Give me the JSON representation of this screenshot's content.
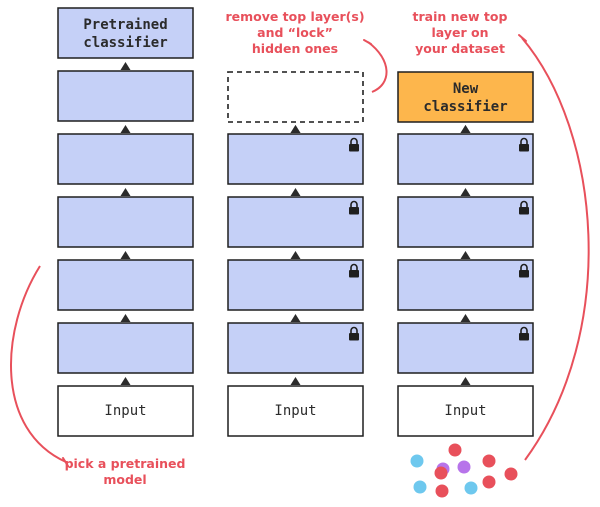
{
  "colors": {
    "layer_fill": "#c5d0f7",
    "layer_stroke": "#1f1f1f",
    "new_classifier_fill": "#fdb64c",
    "annotation": "#e8505b",
    "dot_red": "#e8505b",
    "dot_purple": "#b774ea",
    "dot_blue": "#6ec8ee",
    "arrow": "#2b2b2b"
  },
  "columns": [
    {
      "id": "pretrained-model",
      "top_box": {
        "type": "classifier",
        "lines": [
          "Pretrained",
          "classifier"
        ]
      },
      "hidden_layers": 5,
      "locked": false,
      "input_label": "Input"
    },
    {
      "id": "locked-model",
      "top_box": {
        "type": "removed",
        "lines": []
      },
      "hidden_layers": 5,
      "locked": true,
      "input_label": "Input"
    },
    {
      "id": "finetuned-model",
      "top_box": {
        "type": "new-classifier",
        "lines": [
          "New",
          "classifier"
        ]
      },
      "hidden_layers": 5,
      "locked": true,
      "input_label": "Input"
    }
  ],
  "annotations": {
    "remove_top": [
      "remove top layer(s)",
      "and “lock”",
      "hidden ones"
    ],
    "train_new": [
      "train new top",
      "layer on",
      "your dataset"
    ],
    "pick_pretrained": [
      "pick a pretrained",
      "model"
    ]
  },
  "icons": {
    "lock": "lock-icon",
    "arrow_up": "arrow-up-icon"
  },
  "dataset_dots": [
    {
      "color": "dot_red"
    },
    {
      "color": "dot_blue"
    },
    {
      "color": "dot_purple"
    },
    {
      "color": "dot_purple"
    },
    {
      "color": "dot_red"
    },
    {
      "color": "dot_red"
    },
    {
      "color": "dot_blue"
    },
    {
      "color": "dot_red"
    },
    {
      "color": "dot_blue"
    },
    {
      "color": "dot_red"
    },
    {
      "color": "dot_red"
    }
  ]
}
